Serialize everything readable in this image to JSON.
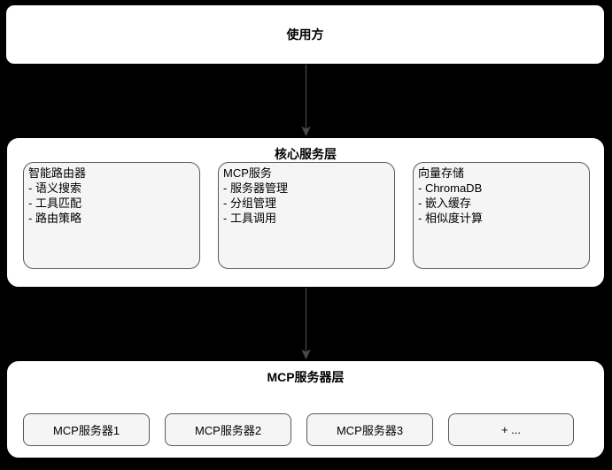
{
  "diagram": {
    "top_box": {
      "label": "使用方"
    },
    "core_layer": {
      "title": "核心服务层",
      "modules": [
        {
          "title": "智能路由器",
          "items": [
            "- 语义搜索",
            "- 工具匹配",
            "- 路由策略"
          ]
        },
        {
          "title": "MCP服务",
          "items": [
            "- 服务器管理",
            "- 分组管理",
            "- 工具调用"
          ]
        },
        {
          "title": "向量存储",
          "items": [
            "- ChromaDB",
            "- 嵌入缓存",
            "- 相似度计算"
          ]
        }
      ]
    },
    "server_layer": {
      "title": "MCP服务器层",
      "servers": [
        "MCP服务器1",
        "MCP服务器2",
        "MCP服务器3",
        "+ ..."
      ]
    },
    "colors": {
      "background": "#000000",
      "node_fill": "#ffffff",
      "module_fill": "#f5f5f5",
      "module_border": "#595959",
      "arrow": "#4a4a4a",
      "text": "#000000"
    }
  }
}
